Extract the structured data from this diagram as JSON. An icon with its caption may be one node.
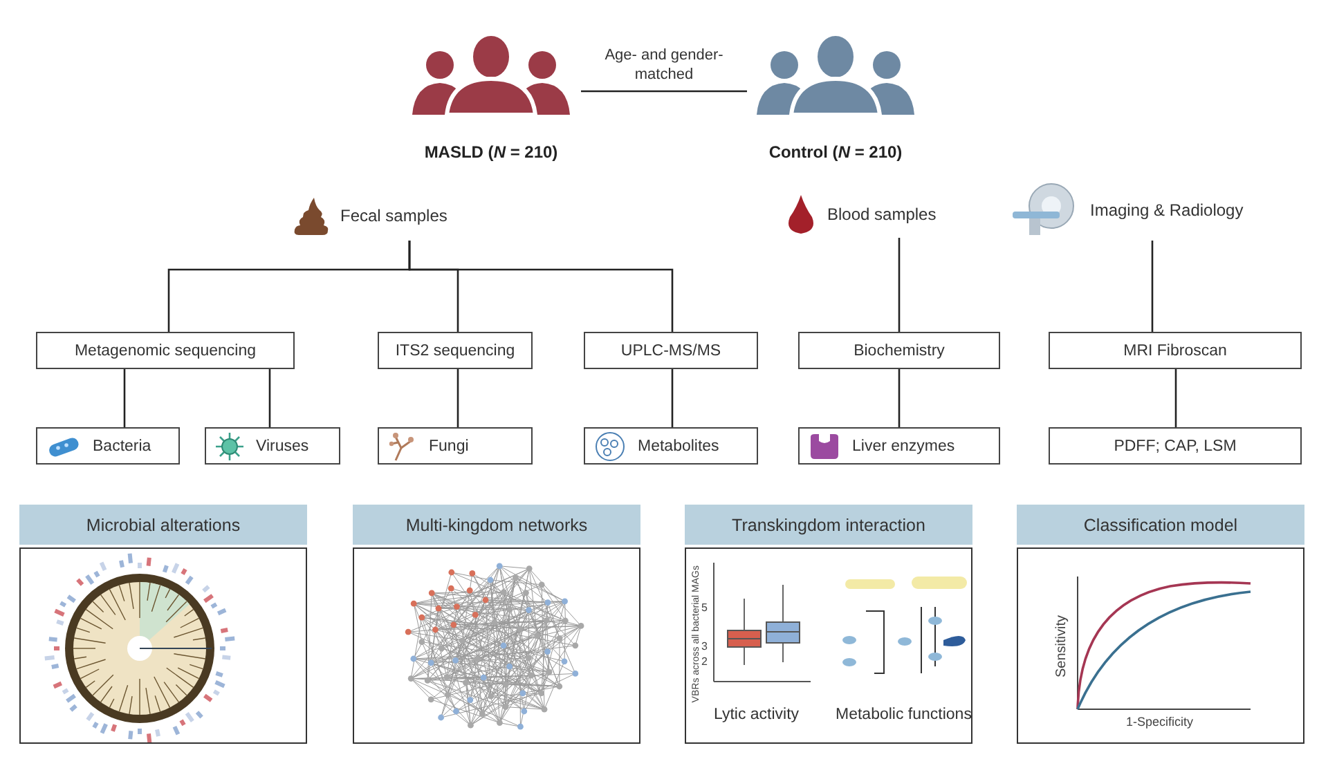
{
  "diagram": {
    "nodes": [
      {
        "text": [
          "MASLD (*N* = 210)"
        ]
      },
      {
        "text": [
          "Control (*N* = 210)"
        ]
      },
      {
        "text": [
          "Fecal samples"
        ]
      },
      {
        "text": [
          "Blood samples"
        ]
      },
      {
        "text": [
          "Imaging & Radiology"
        ]
      },
      {
        "text": [
          "Metagenomic sequencing"
        ]
      },
      {
        "text": [
          "ITS2 sequencing"
        ]
      },
      {
        "text": [
          "UPLC-MS/MS"
        ]
      },
      {
        "text": [
          "Biochemistry"
        ]
      },
      {
        "text": [
          "MRI Fibroscan"
        ]
      },
      {
        "text": [
          "Bacteria"
        ]
      },
      {
        "text": [
          "Viruses"
        ]
      },
      {
        "text": [
          "Fungi"
        ]
      },
      {
        "text": [
          "Metabolites"
        ]
      },
      {
        "text": [
          "Liver enzymes"
        ]
      },
      {
        "text": [
          "PDFF; CAP, LSM"
        ]
      },
      {
        "text": [
          "Microbial alterations"
        ]
      },
      {
        "text": [
          "Multi-kingdom networks"
        ]
      },
      {
        "text": [
          "Transkingdom interaction",
          "Lytic activity",
          "Metabolic functions"
        ]
      },
      {
        "text": [
          "Classification model"
        ]
      }
    ],
    "edges": [
      {
        "from": 0,
        "to": 1,
        "arrow": "none",
        "label": "Age- and gender- matched"
      },
      {
        "from": 2,
        "to": 5,
        "arrow": "none"
      },
      {
        "from": 2,
        "to": 6,
        "arrow": "none"
      },
      {
        "from": 2,
        "to": 7,
        "arrow": "none"
      },
      {
        "from": 3,
        "to": 8,
        "arrow": "none"
      },
      {
        "from": 4,
        "to": 9,
        "arrow": "none"
      },
      {
        "from": 5,
        "to": 10,
        "arrow": "none"
      },
      {
        "from": 5,
        "to": 11,
        "arrow": "none"
      },
      {
        "from": 6,
        "to": 12,
        "arrow": "none"
      },
      {
        "from": 7,
        "to": 13,
        "arrow": "none"
      },
      {
        "from": 8,
        "to": 14,
        "arrow": "none"
      },
      {
        "from": 9,
        "to": 15,
        "arrow": "none"
      }
    ],
    "labels": [
      "VBRs across all bacterial MAGs",
      "5",
      "3",
      "2",
      "Sensitivity",
      "1-Specificity"
    ]
  }
}
